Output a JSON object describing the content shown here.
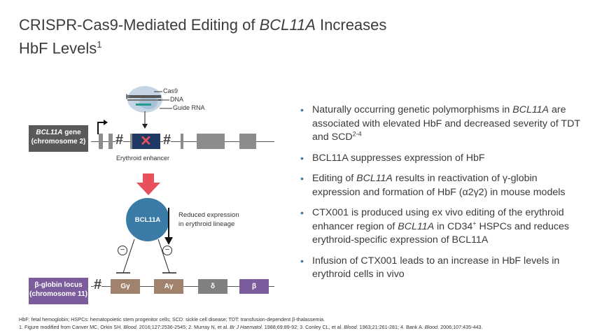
{
  "title": {
    "line1_pre": "CRISPR-Cas9-Mediated Editing of ",
    "line1_gene": "BCL11A",
    "line1_post": " Increases",
    "line2": "HbF Levels",
    "line2_sup": "1"
  },
  "diagram": {
    "gene_label_italic": "BCL11A",
    "gene_label_rest": " gene",
    "gene_label_line2": "(chromosome 2)",
    "cas9": "Cas9",
    "dna": "DNA",
    "guide_rna": "Guide RNA",
    "erythroid_enhancer": "Erythroid enhancer",
    "bcl11a_protein": "BCL11A",
    "reduced_line1": "Reduced expression",
    "reduced_line2": "in erythroid lineage",
    "inhibit_symbol": "−",
    "break_symbol": "#",
    "globin_label_line1": "β-globin locus",
    "globin_label_line2": "(chromosome 11)",
    "globin_genes": [
      "Gγ",
      "Aγ",
      "δ",
      "β"
    ],
    "colors": {
      "dark_box": "#595959",
      "purple": "#7b5c9c",
      "blue_circle": "#3a7ca5",
      "red_arrow": "#e8505b"
    }
  },
  "bullets": [
    {
      "parts": [
        "Naturally occurring genetic polymorphisms in ",
        "BCL11A",
        " are associated with elevated HbF and decreased severity of TDT and SCD",
        "2-4"
      ]
    },
    {
      "text": "BCL11A suppresses expression of HbF"
    },
    {
      "parts": [
        "Editing of ",
        "BCL11A",
        " results in reactivation of γ-globin expression and formation of HbF (α2γ2) in mouse models"
      ]
    },
    {
      "parts": [
        "CTX001 is produced using ex vivo editing of the erythroid enhancer region of ",
        "BCL11A",
        " in CD34",
        "+",
        " HSPCs and reduces erythroid-specific expression of BCL11A"
      ]
    },
    {
      "text": "Infusion of CTX001 leads to an increase in HbF levels in erythroid cells in vivo"
    }
  ],
  "footnotes": {
    "line1": "HbF: fetal hemoglobin; HSPCs: hematopoietic stem progenitor cells; SCD: sickle cell disease; TDT: transfusion-dependent β-thalassemia.",
    "line2_a": "1. Figure modified from Canver MC, Orkin SH. ",
    "line2_b": "Blood",
    "line2_c": ". 2016;127:2536-2545; 2. Murray N, et al. ",
    "line2_d": "Br J Haematol",
    "line2_e": ". 1988;69:89-92; 3. Conley CL, et al. ",
    "line2_f": "Blood",
    "line2_g": ". 1963;21:261-281; 4. Bank A. ",
    "line2_h": "Blood",
    "line2_i": ". 2006;107:435-443."
  }
}
